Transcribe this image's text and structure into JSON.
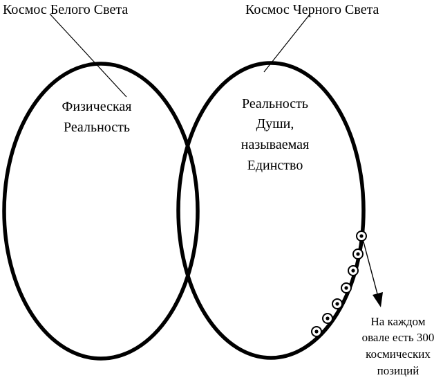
{
  "labels": {
    "white_cosmos": "Космос Белого Света",
    "black_cosmos": "Космос Черного Света",
    "physical_reality": [
      "Физическая",
      "Реальность"
    ],
    "soul_reality": [
      "Реальность",
      "Души,",
      "называемая",
      "Единство"
    ],
    "note": [
      "На каждом",
      "овале есть 300",
      "космических",
      "позиций"
    ]
  },
  "colors": {
    "stroke": "#000000",
    "background": "#ffffff"
  }
}
